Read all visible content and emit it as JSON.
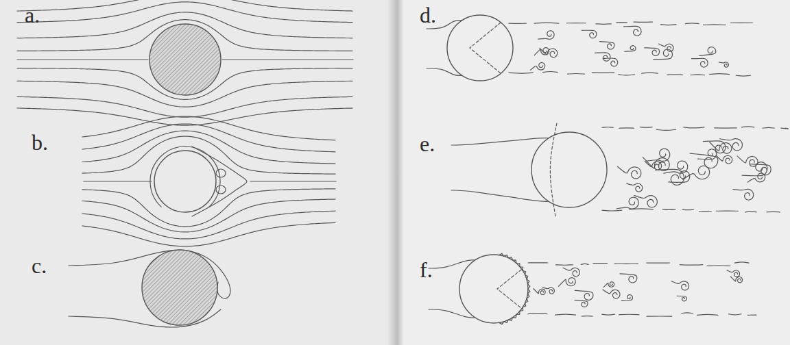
{
  "diagram": {
    "labels": [
      "a.",
      "b.",
      "c.",
      "d.",
      "e.",
      "f."
    ]
  }
}
